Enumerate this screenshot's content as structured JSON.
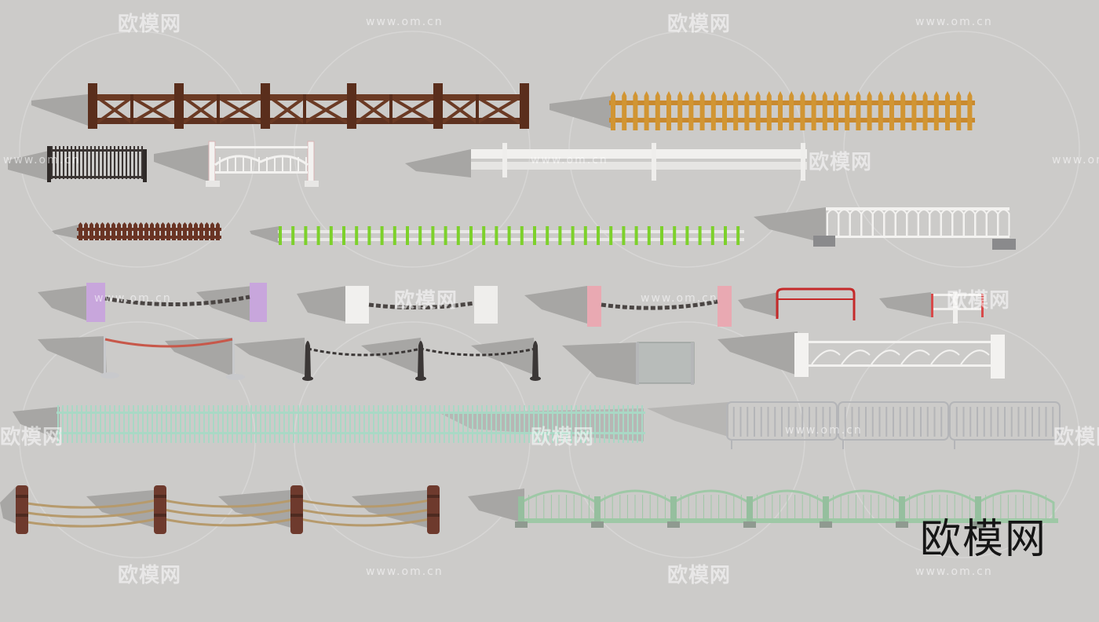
{
  "watermark": {
    "brand": "欧模网",
    "url": "www.om.cn",
    "big_brand": "欧模网"
  },
  "scene": {
    "background": "#cccbc9",
    "shadow": "#a7a6a4",
    "colors": {
      "dark_wood": "#6b3a24",
      "orange_wood": "#c98a2f",
      "dark_iron": "#3b3533",
      "white": "#f3f2f0",
      "brown_picket": "#6a3424",
      "lime": "#7dd12b",
      "lilac": "#c8a6dc",
      "pink": "#e9a9b2",
      "red_rail": "#c52a2a",
      "mint": "#a9d8c5",
      "steel": "#b4b5b8",
      "sage": "#9ec8a6",
      "post_brown": "#6e3a2d",
      "rope": "#b69a6c"
    }
  }
}
